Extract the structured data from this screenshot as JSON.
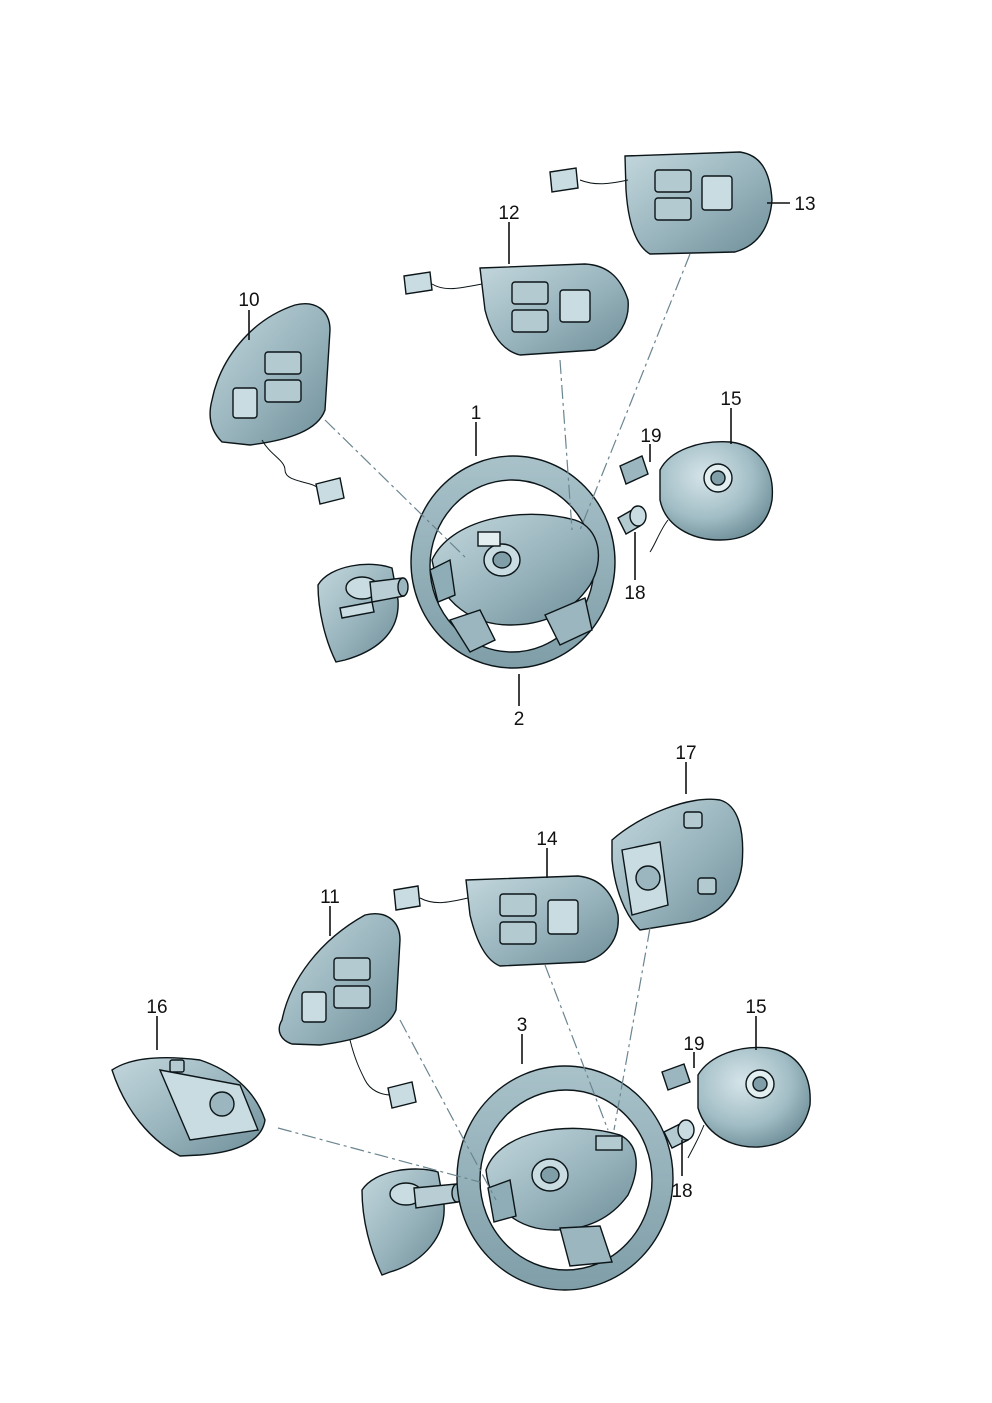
{
  "diagram": {
    "callouts": [
      {
        "id": "c1",
        "label": "1"
      },
      {
        "id": "c2",
        "label": "2"
      },
      {
        "id": "c3",
        "label": "3"
      },
      {
        "id": "c10",
        "label": "10"
      },
      {
        "id": "c11",
        "label": "11"
      },
      {
        "id": "c12",
        "label": "12"
      },
      {
        "id": "c13",
        "label": "13"
      },
      {
        "id": "c14",
        "label": "14"
      },
      {
        "id": "c15a",
        "label": "15"
      },
      {
        "id": "c15b",
        "label": "15"
      },
      {
        "id": "c16",
        "label": "16"
      },
      {
        "id": "c17",
        "label": "17"
      },
      {
        "id": "c18a",
        "label": "18"
      },
      {
        "id": "c18b",
        "label": "18"
      },
      {
        "id": "c19a",
        "label": "19"
      },
      {
        "id": "c19b",
        "label": "19"
      }
    ],
    "colors": {
      "part_fill": "#9bb6bf",
      "part_dark": "#6f8f99",
      "part_light": "#c9dce2",
      "outline": "#0c1518",
      "dash_line": "#6b8590"
    }
  }
}
